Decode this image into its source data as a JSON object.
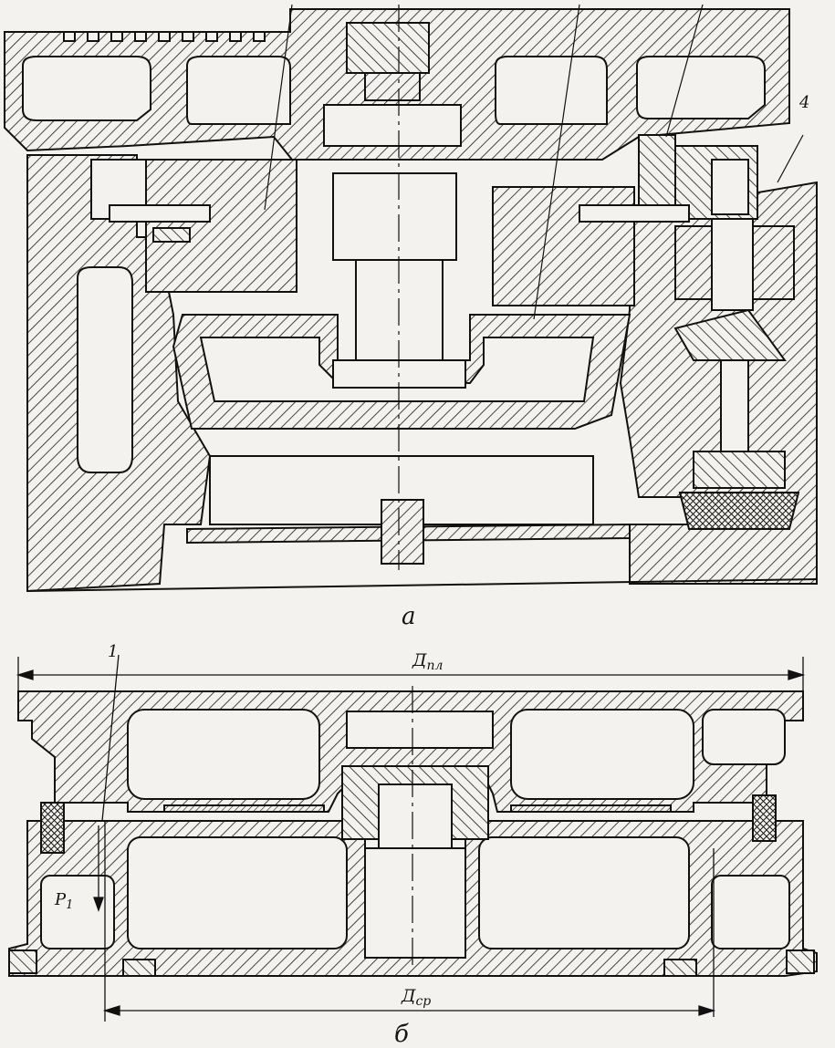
{
  "figure_a": {
    "caption": "а",
    "part_labels": [
      "4"
    ]
  },
  "figure_b": {
    "caption": "б",
    "part_label": "1",
    "force_label": "P",
    "force_sub": "1",
    "dim_top": {
      "main": "Д",
      "sub": "пл"
    },
    "dim_bottom": {
      "main": "Д",
      "sub": "ср"
    }
  }
}
